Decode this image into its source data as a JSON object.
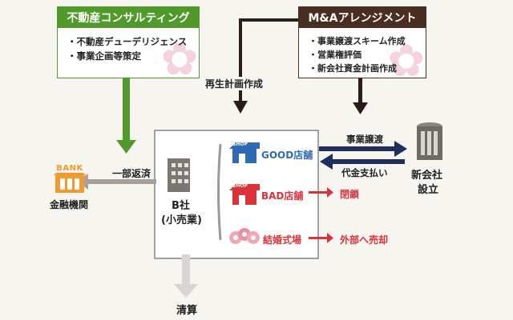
{
  "consulting": {
    "title": "不動産コンサルティング",
    "items": [
      "・不動産デューデリジェンス",
      "・事業企画等策定"
    ]
  },
  "ma": {
    "title": "M&Aアレンジメント",
    "items": [
      "・事業譲渡スキーム作成",
      "・営業権評価",
      "・新会社資金計画作成"
    ]
  },
  "labels": {
    "plan": "再生計画作成",
    "repay": "一部返済",
    "transfer": "事業譲渡",
    "payment": "代金支払い",
    "close": "閉鎖",
    "sell": "外部へ売却",
    "liquidation": "清算"
  },
  "bank": {
    "sign": "BANK",
    "name": "金融機関"
  },
  "company_b": {
    "line1": "B社",
    "line2": "(小売業)"
  },
  "new_company": {
    "line1": "新会社",
    "line2": "設立"
  },
  "shops": {
    "shop_label": "SHOP",
    "good": "GOOD店舗",
    "bad": "BAD店舗",
    "wedding": "結婚式場"
  },
  "colors": {
    "green": "#4f9a2a",
    "dark_brown": "#4a2e22",
    "blue": "#2f6bb5",
    "red": "#d9323b",
    "gray": "#9a9a9a"
  }
}
